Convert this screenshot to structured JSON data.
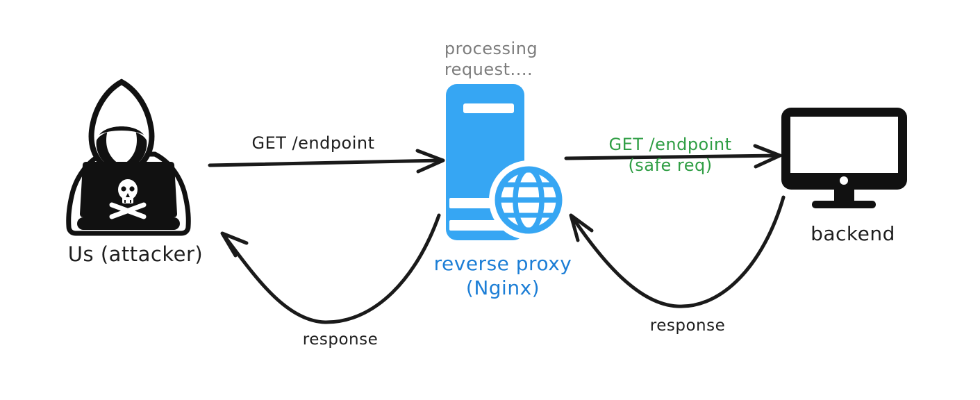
{
  "diagram": {
    "nodes": {
      "attacker": {
        "label": "Us (attacker)",
        "icon": "hacker-laptop-skull-icon"
      },
      "proxy": {
        "status_line1": "processing",
        "status_line2": "request....",
        "label_line1": "reverse proxy",
        "label_line2": "(Nginx)",
        "icon": "server-globe-icon"
      },
      "backend": {
        "label": "backend",
        "icon": "monitor-icon"
      }
    },
    "edges": {
      "attacker_to_proxy": {
        "label": "GET /endpoint"
      },
      "proxy_to_backend": {
        "label_line1": "GET /endpoint",
        "label_line2": "(safe req)"
      },
      "proxy_to_attacker_response": {
        "label": "response"
      },
      "backend_to_proxy_response": {
        "label": "response"
      }
    },
    "colors": {
      "icon_blue": "#36a6f3",
      "proxy_label_blue": "#1c7ed6",
      "safe_request_green": "#2f9e44",
      "status_gray": "#7d7d7d",
      "ink_black": "#1e1e1e"
    }
  }
}
